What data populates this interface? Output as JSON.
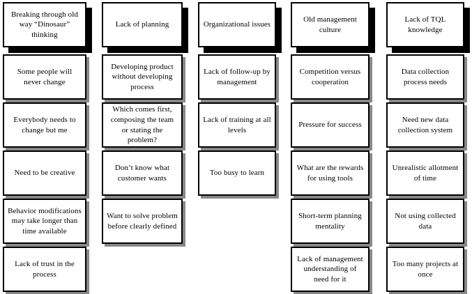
{
  "diagram_type": "affinity-diagram",
  "colors": {
    "card_background": "#ffffff",
    "card_border": "#000000",
    "header_card_shadow": "#000000",
    "item_card_shadow": "#888888"
  },
  "columns": [
    {
      "header": "Breaking through old way “Dinosaur” thinking",
      "items": [
        "Some people will never change",
        "Everybody needs to change but me",
        "Need to be creative",
        "Behavior modifications may take longer than time available",
        "Lack of trust in the process"
      ]
    },
    {
      "header": "Lack of planning",
      "items": [
        "Developing product without developing process",
        "Which comes first, composing the team or stating the problem?",
        "Don’t know what customer wants",
        "Want to solve problem before clearly defined"
      ]
    },
    {
      "header": "Organizational issues",
      "items": [
        "Lack of follow-up by management",
        "Lack of training at all levels",
        "Too busy to learn"
      ]
    },
    {
      "header": "Old management culture",
      "items": [
        "Competition versus cooperation",
        "Pressure for success",
        "What are the rewards for using tools",
        "Short-term planning mentality",
        "Lack of management understanding of need for it"
      ]
    },
    {
      "header": "Lack of TQL knowledge",
      "items": [
        "Data collection process needs",
        "Need new data collection system",
        "Unrealistic allotment of time",
        "Not using collected data",
        "Too many projects at once"
      ]
    }
  ]
}
